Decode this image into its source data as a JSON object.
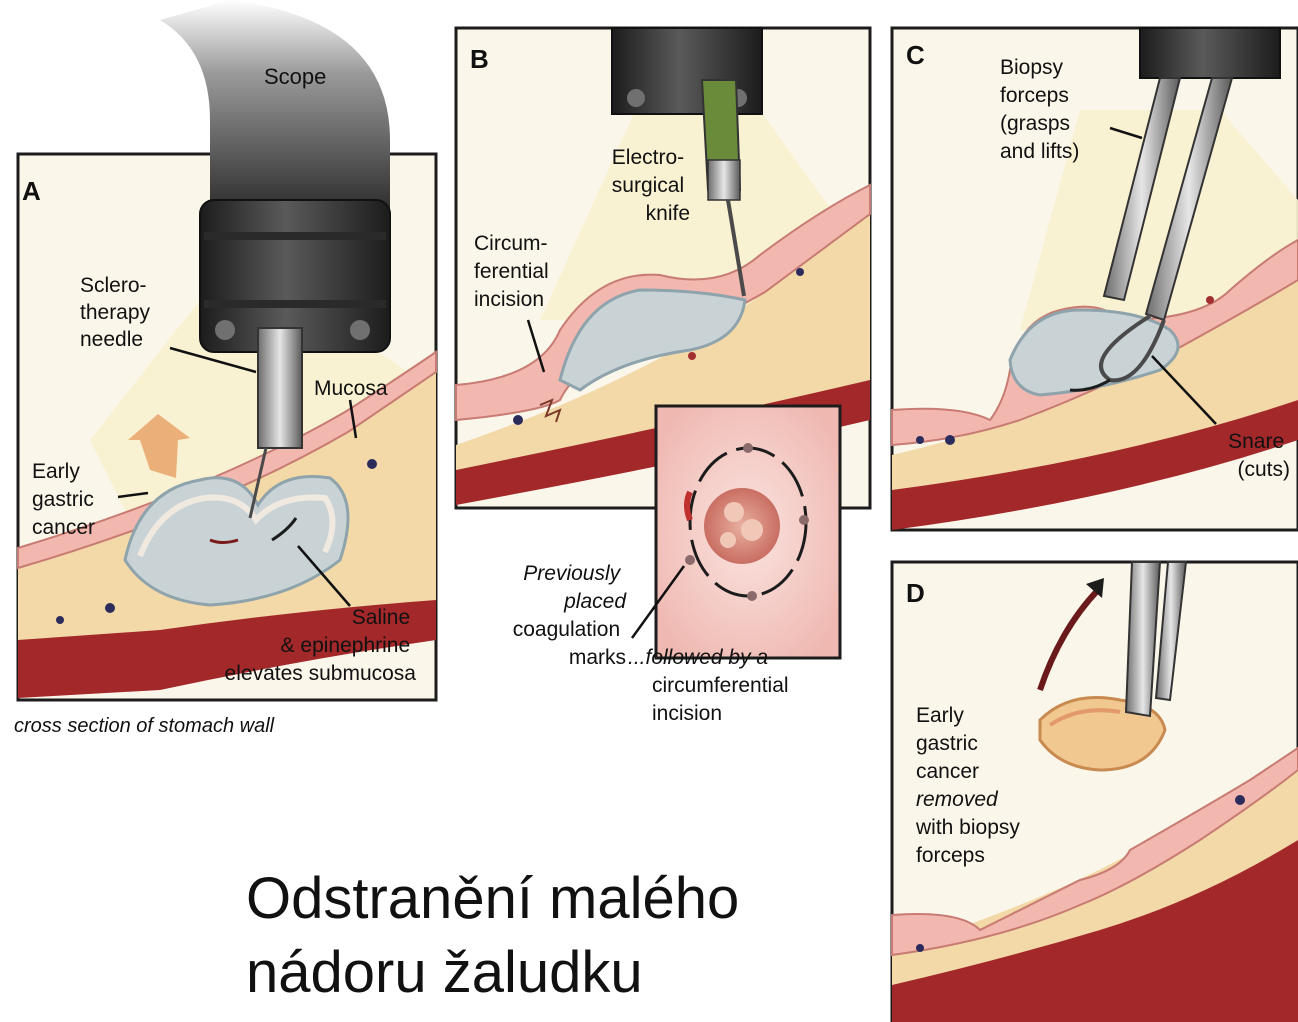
{
  "panels": {
    "a": {
      "letter": "A",
      "scope_label": "Scope",
      "needle_label": [
        "Sclero-",
        "therapy",
        "needle"
      ],
      "mucosa_label": "Mucosa",
      "cancer_label": [
        "Early",
        "gastric",
        "cancer"
      ],
      "saline_label": [
        "Saline",
        "& epinephrine",
        "elevates submucosa"
      ],
      "footer": "cross section of stomach wall"
    },
    "b": {
      "letter": "B",
      "knife_label": [
        "Electro-",
        "surgical",
        "knife"
      ],
      "incision_label": [
        "Circum-",
        "ferential",
        "incision"
      ],
      "marks_label": [
        "Previously",
        "placed",
        "coagulation",
        "marks"
      ],
      "followed_label": [
        "...followed by a",
        "circumferential",
        "incision"
      ]
    },
    "c": {
      "letter": "C",
      "forceps_label": [
        "Biopsy",
        "forceps",
        "(grasps",
        "and lifts)"
      ],
      "snare_label": [
        "Snare",
        "(cuts)"
      ]
    },
    "d": {
      "letter": "D",
      "removed_label": [
        "Early",
        "gastric",
        "cancer",
        "removed",
        "with biopsy",
        "forceps"
      ]
    }
  },
  "caption": [
    "Odstranění malého",
    "nádoru žaludku"
  ],
  "colors": {
    "mucosa": "#f2b8b0",
    "submucosa": "#f3d9a8",
    "muscle": "#a3282a",
    "lumen_light": "#f8f2cf",
    "tumor": "#c9d3d6",
    "border": "#222222",
    "scope": "#3a3a3a"
  }
}
